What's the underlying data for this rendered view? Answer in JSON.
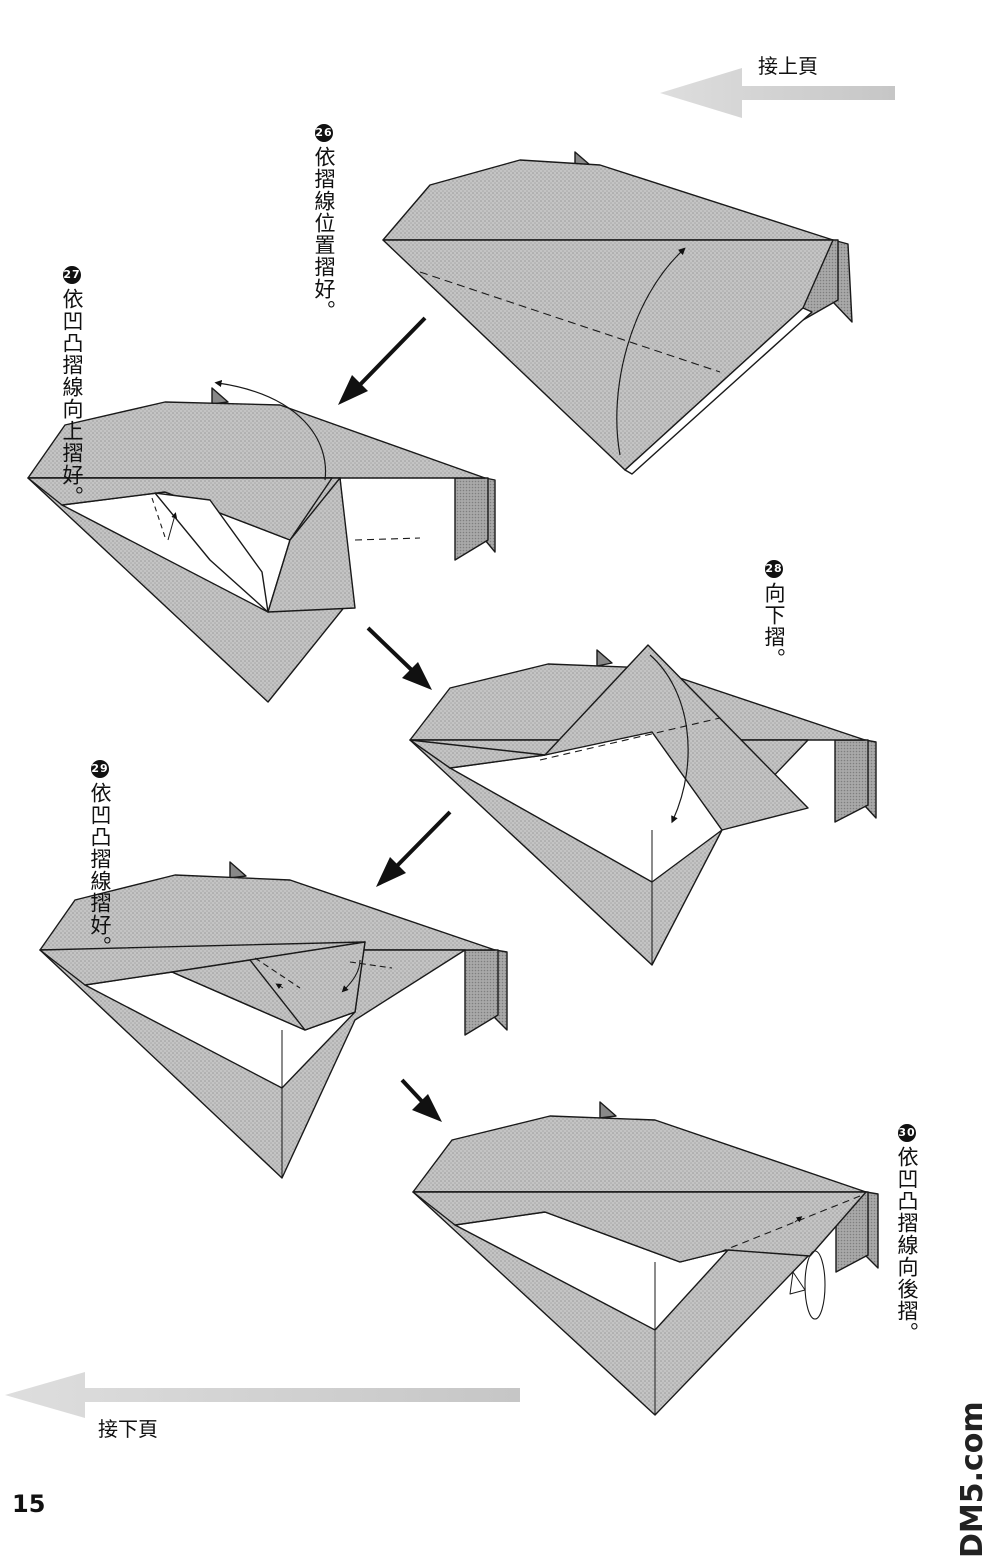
{
  "header": {
    "continue_from": "接上頁"
  },
  "footer": {
    "continue_to": "接下頁",
    "page_number": "15"
  },
  "steps": [
    {
      "num": "26",
      "lines": [
        "依摺線",
        "位置摺好。"
      ]
    },
    {
      "num": "27",
      "lines": [
        "依凹凸摺線",
        "向上摺好。"
      ]
    },
    {
      "num": "28",
      "lines": [
        "向下摺。"
      ]
    },
    {
      "num": "29",
      "lines": [
        "依凹凸",
        "摺線摺好。"
      ]
    },
    {
      "num": "30",
      "lines": [
        "依凹凸摺線向後摺。"
      ]
    }
  ],
  "watermark": {
    "text": "DM5.com"
  },
  "colors": {
    "paper_shade": "#b7b7b7",
    "paper_dark": "#8e8e8e",
    "line": "#1a1a1a"
  }
}
